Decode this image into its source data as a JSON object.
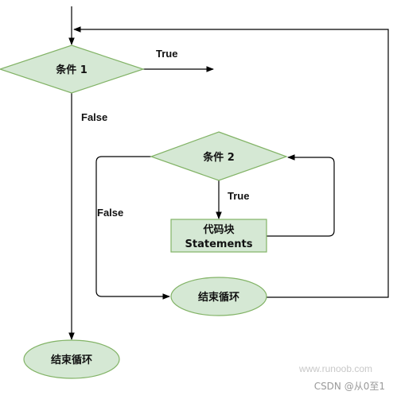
{
  "nodes": {
    "cond1": "条件 1",
    "cond2": "条件 2",
    "block": [
      "代码块",
      "Statements"
    ],
    "end_inner": "结束循环",
    "end_outer": "结束循环"
  },
  "edge_labels": {
    "true1": "True",
    "false1": "False",
    "true2": "True",
    "false2": "False"
  },
  "watermarks": {
    "site": "www.runoob.com",
    "csdn": "CSDN @从0至1"
  },
  "colors": {
    "node_fill": "#d5e8d4",
    "node_stroke": "#82b366"
  }
}
